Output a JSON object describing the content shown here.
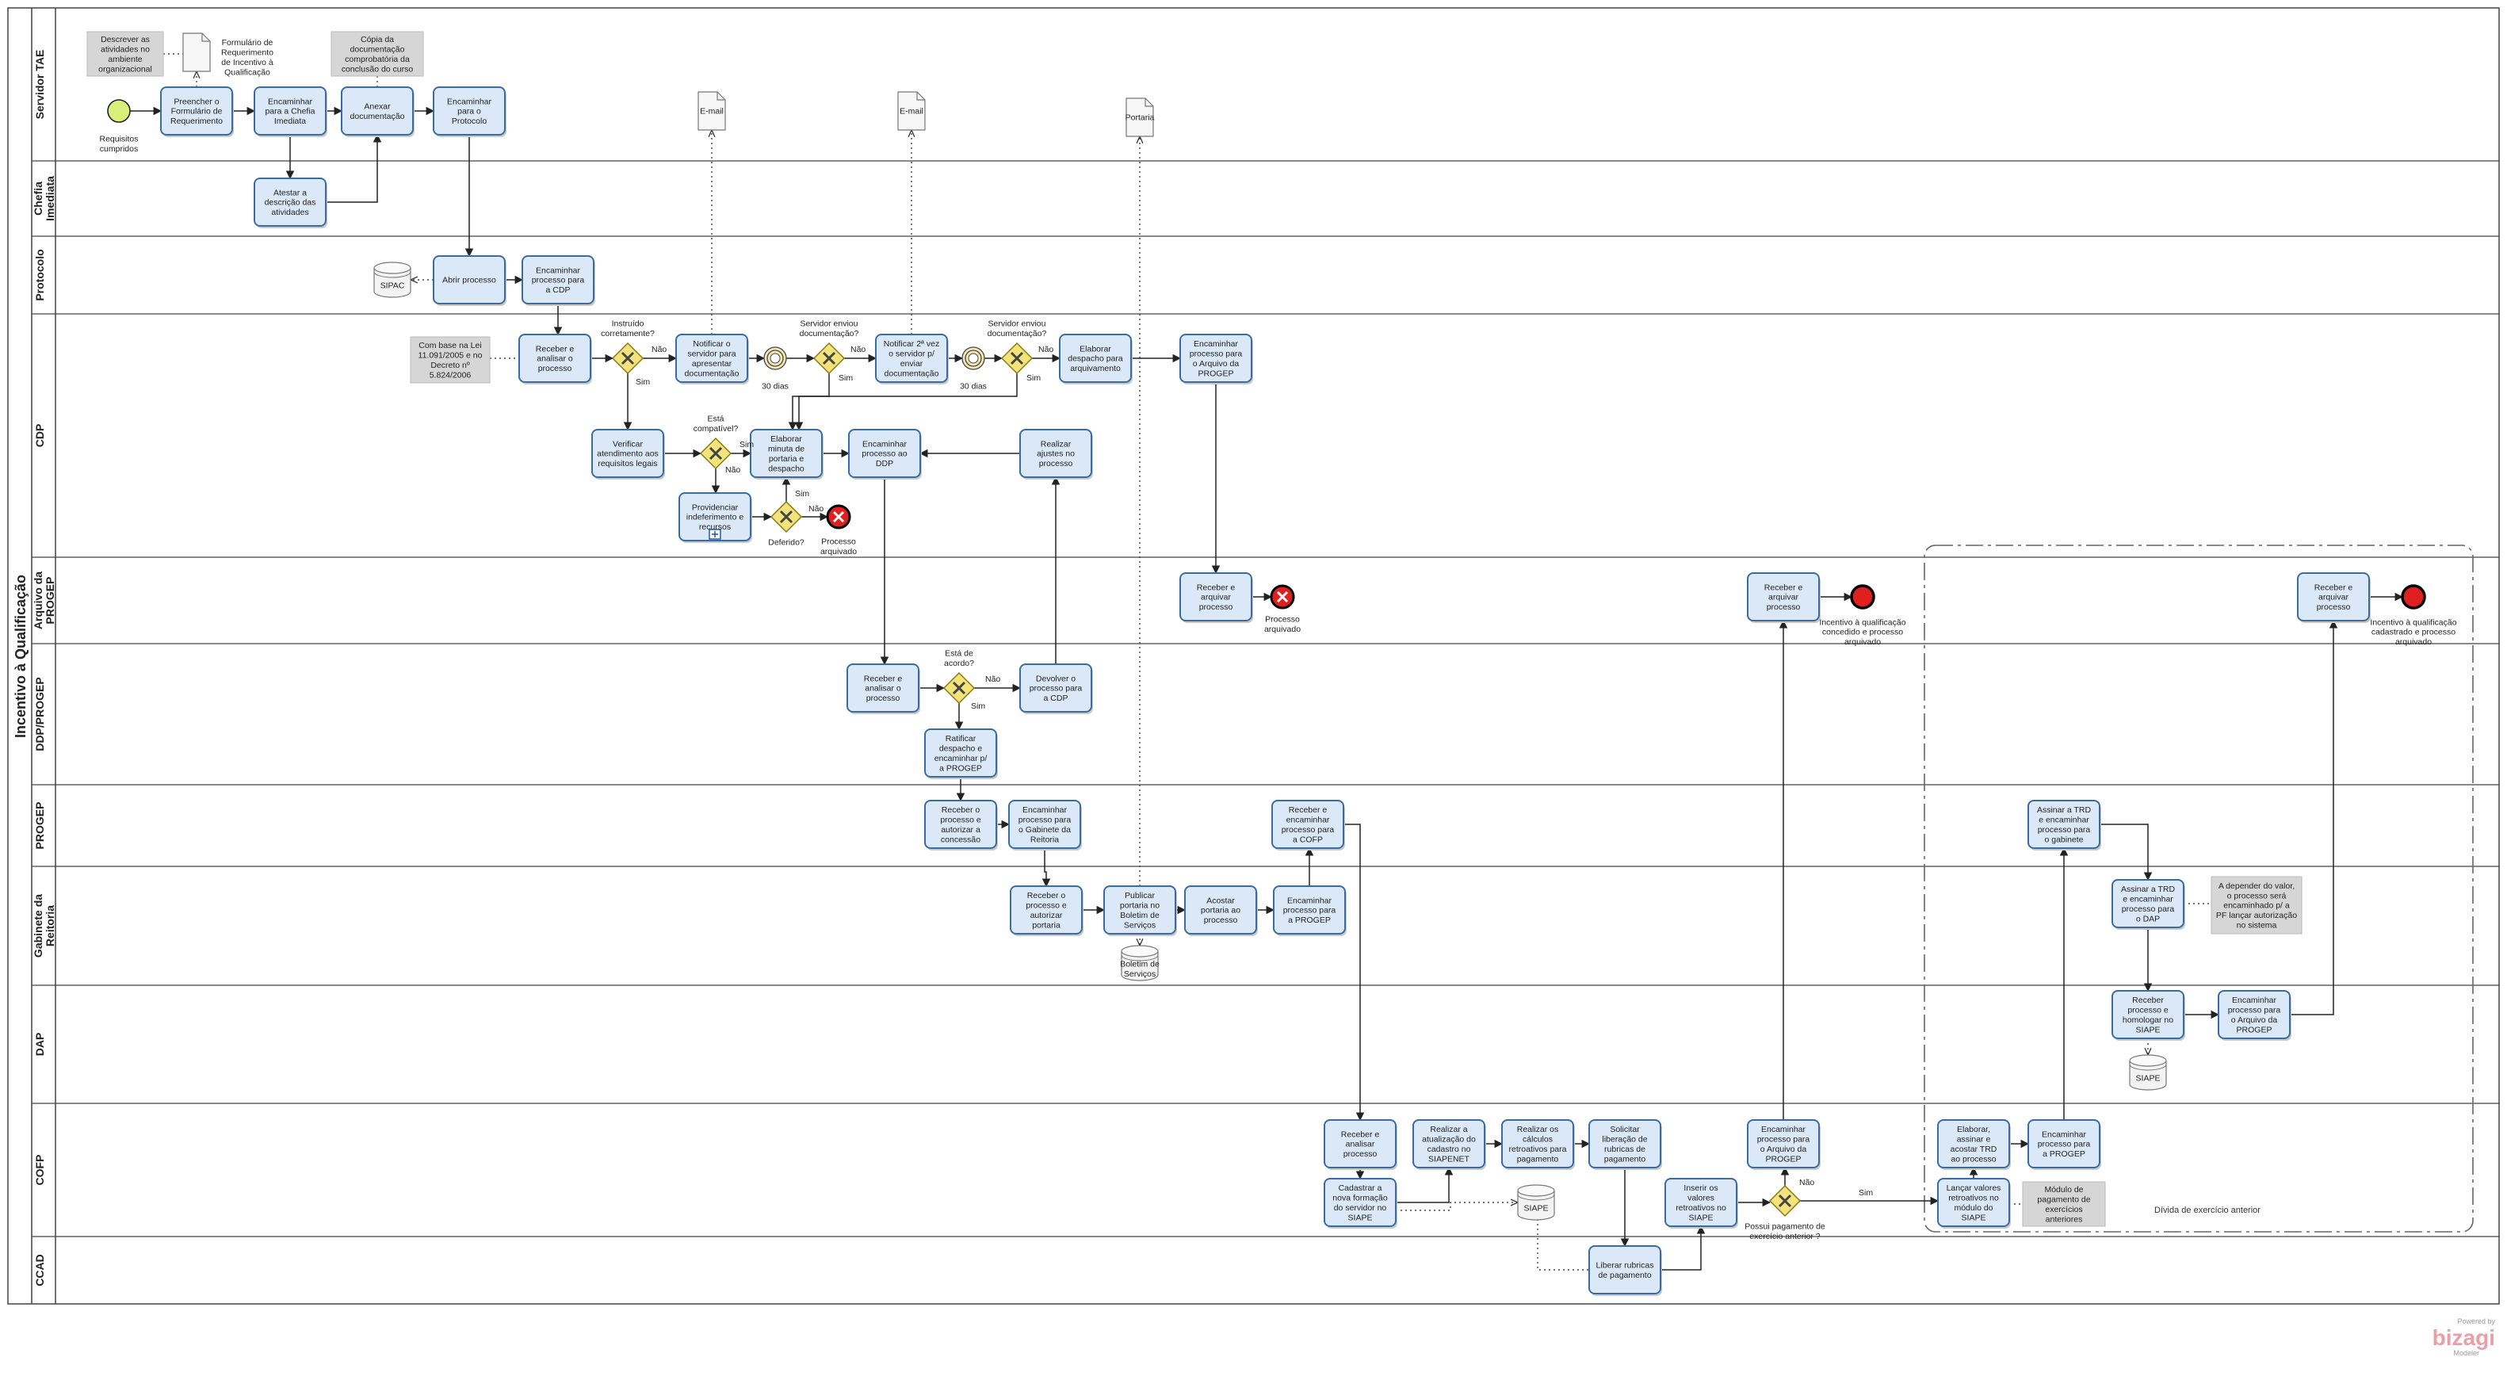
{
  "pool": {
    "title": "Incentivo à Qualificação"
  },
  "lanes": [
    "Servidor TAE",
    "Chefia Imediata",
    "Protocolo",
    "CDP",
    "Arquivo da PROGEP",
    "DDP/PROGEP",
    "PROGEP",
    "Gabinete da Reitoria",
    "DAP",
    "COFP",
    "CCAD"
  ],
  "tasks": [
    {
      "id": "t1",
      "lines": [
        "Preencher o",
        "Formulário de",
        "Requerimento"
      ]
    },
    {
      "id": "t2",
      "lines": [
        "Encaminhar",
        "para a Chefia",
        "Imediata"
      ]
    },
    {
      "id": "t3",
      "lines": [
        "Anexar",
        "documentação"
      ]
    },
    {
      "id": "t4",
      "lines": [
        "Encaminhar",
        "para o",
        "Protocolo"
      ]
    },
    {
      "id": "t5",
      "lines": [
        "Atestar a",
        "descrição das",
        "atividades"
      ]
    },
    {
      "id": "t6",
      "lines": [
        "Abrir processo"
      ]
    },
    {
      "id": "t7",
      "lines": [
        "Encaminhar",
        "processo para",
        "a CDP"
      ]
    },
    {
      "id": "t8",
      "lines": [
        "Receber e",
        "analisar o",
        "processo"
      ]
    },
    {
      "id": "t9",
      "lines": [
        "Notificar o",
        "servidor para",
        "apresentar",
        "documentação"
      ]
    },
    {
      "id": "t10",
      "lines": [
        "Notificar 2ª vez",
        "o servidor p/",
        "enviar",
        "documentação"
      ]
    },
    {
      "id": "t11",
      "lines": [
        "Elaborar",
        "despacho para",
        "arquivamento"
      ]
    },
    {
      "id": "t12",
      "lines": [
        "Encaminhar",
        "processo para",
        "o Arquivo da",
        "PROGEP"
      ]
    },
    {
      "id": "t13",
      "lines": [
        "Verificar",
        "atendimento aos",
        "requisitos legais"
      ]
    },
    {
      "id": "t14",
      "lines": [
        "Elaborar",
        "minuta de",
        "portaria e",
        "despacho"
      ]
    },
    {
      "id": "t15",
      "lines": [
        "Encaminhar",
        "processo ao",
        "DDP"
      ]
    },
    {
      "id": "t16",
      "lines": [
        "Realizar",
        "ajustes no",
        "processo"
      ]
    },
    {
      "id": "t17",
      "lines": [
        "Providenciar",
        "indeferimento e",
        "recursos"
      ]
    },
    {
      "id": "t18",
      "lines": [
        "Receber e",
        "arquivar",
        "processo"
      ]
    },
    {
      "id": "t19",
      "lines": [
        "Receber e",
        "arquivar",
        "processo"
      ]
    },
    {
      "id": "t20",
      "lines": [
        "Receber e",
        "arquivar",
        "processo"
      ]
    },
    {
      "id": "t21",
      "lines": [
        "Receber e",
        "analisar o",
        "processo"
      ]
    },
    {
      "id": "t22",
      "lines": [
        "Devolver o",
        "processo para",
        "a CDP"
      ]
    },
    {
      "id": "t23",
      "lines": [
        "Ratificar",
        "despacho e",
        "encaminhar p/",
        "a PROGEP"
      ]
    },
    {
      "id": "t24",
      "lines": [
        "Receber o",
        "processo e",
        "autorizar a",
        "concessão"
      ]
    },
    {
      "id": "t25",
      "lines": [
        "Encaminhar",
        "processo para",
        "o Gabinete da",
        "Reitoria"
      ]
    },
    {
      "id": "t26",
      "lines": [
        "Receber e",
        "encaminhar",
        "processo para",
        "a COFP"
      ]
    },
    {
      "id": "t27",
      "lines": [
        "Assinar a TRD",
        "e encaminhar",
        "processo para",
        "o gabinete"
      ]
    },
    {
      "id": "t28",
      "lines": [
        "Receber o",
        "processo e",
        "autorizar",
        "portaria"
      ]
    },
    {
      "id": "t29",
      "lines": [
        "Publicar",
        "portaria no",
        "Boletim de",
        "Serviços"
      ]
    },
    {
      "id": "t30",
      "lines": [
        "Acostar",
        "portaria ao",
        "processo"
      ]
    },
    {
      "id": "t31",
      "lines": [
        "Encaminhar",
        "processo para",
        "a PROGEP"
      ]
    },
    {
      "id": "t32",
      "lines": [
        "Assinar a TRD",
        "e encaminhar",
        "processo para",
        "o DAP"
      ]
    },
    {
      "id": "t33",
      "lines": [
        "Receber",
        "processo e",
        "homologar no",
        "SIAPE"
      ]
    },
    {
      "id": "t34",
      "lines": [
        "Encaminhar",
        "processo para",
        "o Arquivo da",
        "PROGEP"
      ]
    },
    {
      "id": "t35",
      "lines": [
        "Receber e",
        "analisar",
        "processo"
      ]
    },
    {
      "id": "t36",
      "lines": [
        "Realizar a",
        "atualização do",
        "cadastro no",
        "SIAPENET"
      ]
    },
    {
      "id": "t37",
      "lines": [
        "Realizar os",
        "cálculos",
        "retroativos para",
        "pagamento"
      ]
    },
    {
      "id": "t38",
      "lines": [
        "Solicitar",
        "liberação de",
        "rubricas de",
        "pagamento"
      ]
    },
    {
      "id": "t39",
      "lines": [
        "Encaminhar",
        "processo para",
        "o Arquivo da",
        "PROGEP"
      ]
    },
    {
      "id": "t40",
      "lines": [
        "Elaborar,",
        "assinar e",
        "acostar TRD",
        "ao processo"
      ]
    },
    {
      "id": "t41",
      "lines": [
        "Encaminhar",
        "processo para",
        "a PROGEP"
      ]
    },
    {
      "id": "t42",
      "lines": [
        "Cadastrar a",
        "nova formação",
        "do servidor no",
        "SIAPE"
      ]
    },
    {
      "id": "t43",
      "lines": [
        "Inserir os",
        "valores",
        "retroativos no",
        "SIAPE"
      ]
    },
    {
      "id": "t44",
      "lines": [
        "Lançar valores",
        "retroativos no",
        "módulo do",
        "SIAPE"
      ]
    },
    {
      "id": "t45",
      "lines": [
        "Liberar rubricas",
        "de pagamento"
      ]
    }
  ],
  "events": [
    {
      "id": "e_start",
      "lines": [
        "Requisitos",
        "cumpridos"
      ]
    },
    {
      "id": "e_end1",
      "lines": [
        "Processo",
        "arquivado"
      ]
    },
    {
      "id": "e_end2",
      "lines": [
        "Processo",
        "arquivado"
      ]
    },
    {
      "id": "e_end3",
      "lines": [
        "Incentivo à qualificação",
        "concedido e processo",
        "arquivado"
      ]
    },
    {
      "id": "e_end4",
      "lines": [
        "Incentivo à qualificação",
        "cadastrado e processo",
        "arquivado"
      ]
    },
    {
      "id": "i1",
      "lines": [
        "30 dias"
      ]
    },
    {
      "id": "i2",
      "lines": [
        "30 dias"
      ]
    }
  ],
  "gateways": [
    {
      "id": "g1",
      "lines": [
        "Instruído",
        "corretamente?"
      ]
    },
    {
      "id": "g2",
      "lines": [
        "Servidor enviou",
        "documentação?"
      ]
    },
    {
      "id": "g3",
      "lines": [
        "Servidor enviou",
        "documentação?"
      ]
    },
    {
      "id": "g4",
      "lines": [
        "Está",
        "compatível?"
      ]
    },
    {
      "id": "g5",
      "lines": [
        "Deferido?"
      ]
    },
    {
      "id": "g6",
      "lines": [
        "Está de",
        "acordo?"
      ]
    },
    {
      "id": "g7",
      "lines": [
        "Possui pagamento de",
        "exercício anterior ?"
      ]
    }
  ],
  "flow_labels": {
    "nao": "Não",
    "sim": "Sim"
  },
  "annotations": [
    {
      "id": "a1",
      "lines": [
        "Descrever as",
        "atividades no",
        "ambiente",
        "organizacional"
      ]
    },
    {
      "id": "a2",
      "lines": [
        "Cópia da",
        "documentação",
        "comprobatória da",
        "conclusão do curso"
      ]
    },
    {
      "id": "a3",
      "lines": [
        "Com base na Lei",
        "11.091/2005 e no",
        "Decreto nº",
        "5.824/2006"
      ]
    },
    {
      "id": "a4",
      "lines": [
        "A depender do valor,",
        "o processo será",
        "encaminhado p/ a",
        "PF lançar autorização",
        "no sistema"
      ]
    },
    {
      "id": "a5",
      "lines": [
        "Módulo de",
        "pagamento de",
        "exercícios",
        "anteriores"
      ]
    }
  ],
  "artifacts": [
    {
      "id": "doc1",
      "lines": [
        "Formulário de",
        "Requerimento",
        "de Incentivo à",
        "Qualificação"
      ]
    },
    {
      "id": "doc2",
      "lines": [
        "E-mail"
      ]
    },
    {
      "id": "doc3",
      "lines": [
        "E-mail"
      ]
    },
    {
      "id": "doc4",
      "lines": [
        "Portaria"
      ]
    },
    {
      "id": "db1",
      "lines": [
        "SIPAC"
      ]
    },
    {
      "id": "db2",
      "lines": [
        "Boletim de",
        "Serviços"
      ]
    },
    {
      "id": "db3",
      "lines": [
        "SIAPE"
      ]
    },
    {
      "id": "db4",
      "lines": [
        "SIAPE"
      ]
    }
  ],
  "group": {
    "label": "Dívida de exercício anterior"
  },
  "branding": {
    "powered": "Powered by",
    "brand": "bizagi",
    "product": "Modeler"
  },
  "colors": {
    "task_fill": "#dbe8f7",
    "task_stroke": "#3a6d9e",
    "start_fill": "#d9f07b",
    "end_fill": "#e02020",
    "gateway_fill": "#f2e37a",
    "annotation_fill": "#d6d6d6"
  }
}
